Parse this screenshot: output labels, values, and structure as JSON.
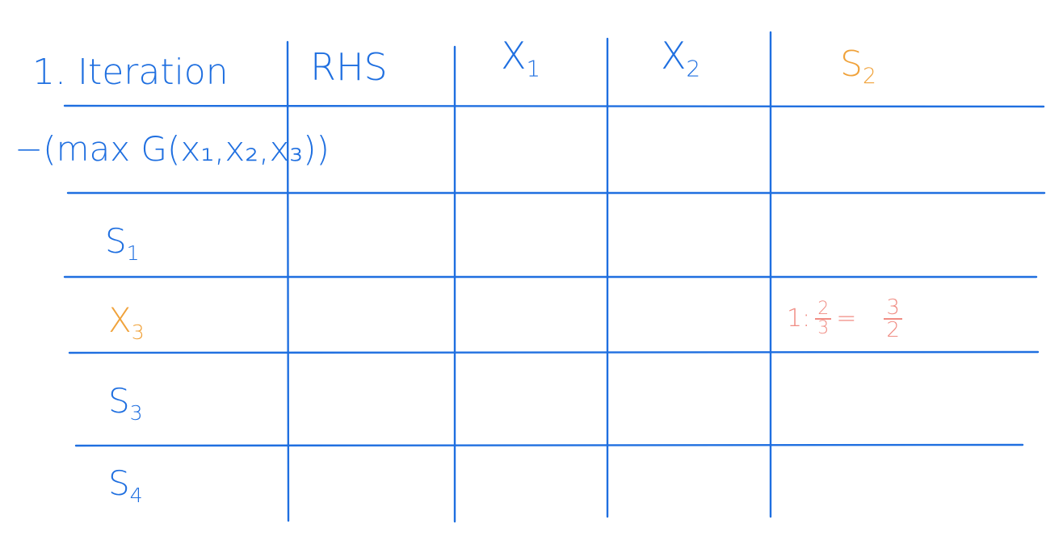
{
  "table": {
    "corner_label": "1. Iteration",
    "columns": {
      "rhs": "RHS",
      "x1": {
        "base": "X",
        "sub": "1"
      },
      "x2": {
        "base": "X",
        "sub": "2"
      },
      "s2": {
        "base": "S",
        "sub": "2"
      }
    },
    "rows": {
      "objective": "−(max G(x₁,x₂,x₃))",
      "s1": {
        "base": "S",
        "sub": "1"
      },
      "x3": {
        "base": "X",
        "sub": "3"
      },
      "s3": {
        "base": "S",
        "sub": "3"
      },
      "s4": {
        "base": "S",
        "sub": "4"
      }
    },
    "cells": {
      "x3_s2": {
        "prefix": "1:",
        "frac1_num": "2",
        "frac1_den": "3",
        "equals": "=",
        "frac2_num": "3",
        "frac2_den": "2"
      }
    }
  },
  "colors": {
    "ink_blue": "#1f6fe0",
    "ink_orange": "#f0a23a",
    "ink_salmon": "#f08c83"
  }
}
